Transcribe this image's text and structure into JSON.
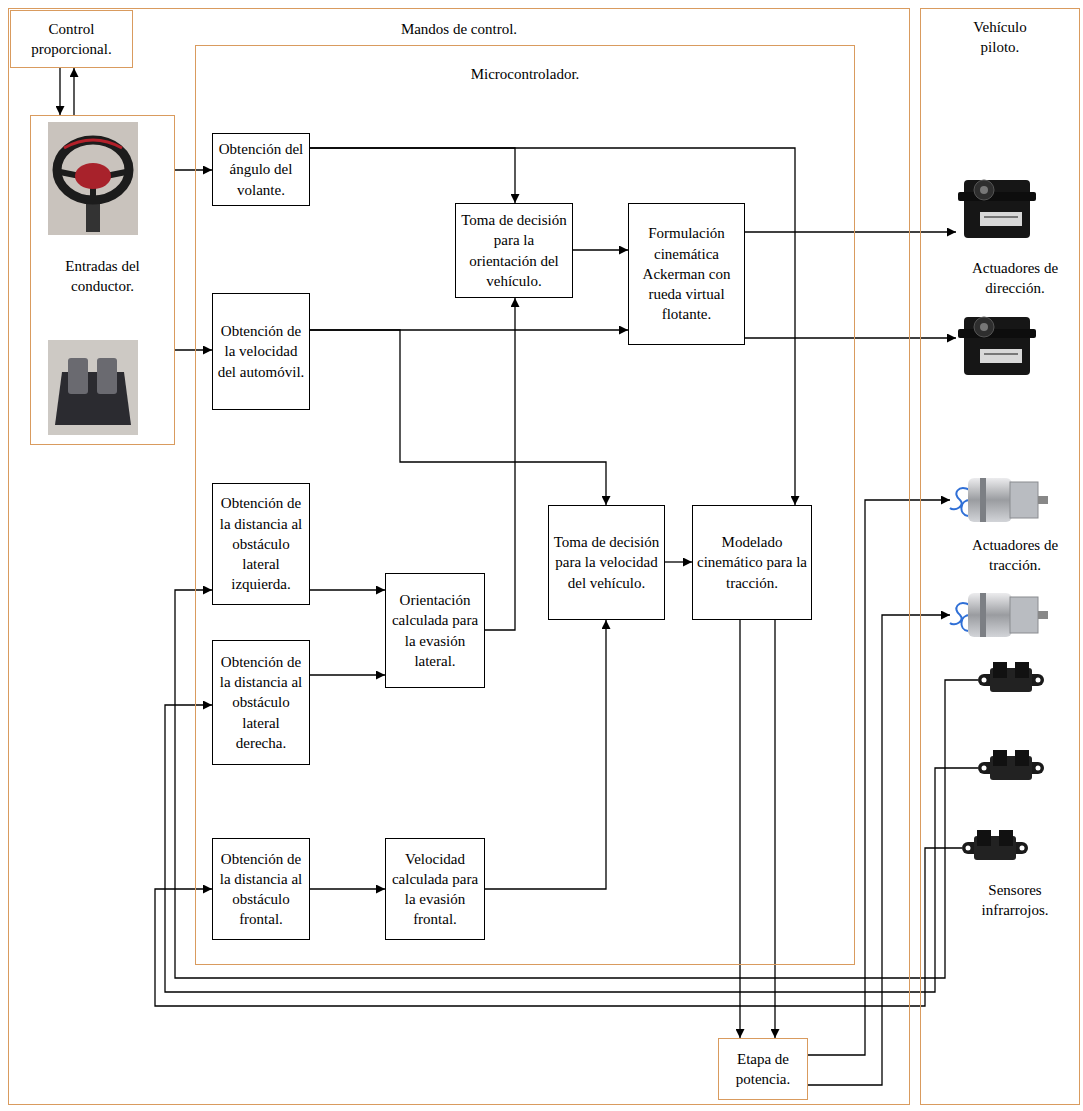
{
  "diagram": {
    "nodes": [
      {
        "text": [
          "Mandos de control."
        ]
      },
      {
        "text": [
          "Control proporcional."
        ],
        "in": 0
      },
      {
        "text": [
          "Entradas del conductor."
        ],
        "in": 0
      },
      {
        "text": [
          "Microcontrolador."
        ],
        "in": 0
      },
      {
        "text": [
          "Obtención del ángulo del volante."
        ],
        "in": 3
      },
      {
        "text": [
          "Toma de decisión para la orientación del vehículo."
        ],
        "in": 3
      },
      {
        "text": [
          "Formulación cinemática Ackerman con rueda virtual flotante."
        ],
        "in": 3
      },
      {
        "text": [
          "Obtención de la velocidad del automóvil."
        ],
        "in": 3
      },
      {
        "text": [
          "Obtención de la distancia al obstáculo lateral izquierda."
        ],
        "in": 3
      },
      {
        "text": [
          "Toma de decisión para la velocidad del vehículo."
        ],
        "in": 3
      },
      {
        "text": [
          "Modelado cinemático para la tracción."
        ],
        "in": 3
      },
      {
        "text": [
          "Orientación calculada para la evasión lateral."
        ],
        "in": 3
      },
      {
        "text": [
          "Obtención de la distancia al obstáculo lateral derecha."
        ],
        "in": 3
      },
      {
        "text": [
          "Obtención de la distancia al obstáculo frontal."
        ],
        "in": 3
      },
      {
        "text": [
          "Velocidad calculada para la evasión frontal."
        ],
        "in": 3
      },
      {
        "text": [
          "Etapa de potencia."
        ],
        "in": 0
      },
      {
        "text": [
          "Vehículo piloto."
        ]
      }
    ],
    "edges": [
      {
        "from": 1,
        "to": 2,
        "arrow": "to"
      },
      {
        "from": 2,
        "to": 1,
        "arrow": "to"
      },
      {
        "from": 2,
        "to": 4,
        "arrow": "to"
      },
      {
        "from": 2,
        "to": 7,
        "arrow": "to"
      },
      {
        "from": 4,
        "to": 5,
        "arrow": "to"
      },
      {
        "from": 4,
        "to": 10,
        "arrow": "to"
      },
      {
        "from": 7,
        "to": 6,
        "arrow": "to"
      },
      {
        "from": 7,
        "to": 9,
        "arrow": "to"
      },
      {
        "from": 5,
        "to": 6,
        "arrow": "to"
      },
      {
        "from": 11,
        "to": 5,
        "arrow": "to"
      },
      {
        "from": 8,
        "to": 11,
        "arrow": "to"
      },
      {
        "from": 12,
        "to": 11,
        "arrow": "to"
      },
      {
        "from": 13,
        "to": 14,
        "arrow": "to"
      },
      {
        "from": 14,
        "to": 9,
        "arrow": "to"
      },
      {
        "from": 9,
        "to": 10,
        "arrow": "to"
      },
      {
        "from": 10,
        "to": 15,
        "arrow": "to"
      },
      {
        "from": 10,
        "to": 15,
        "arrow": "to"
      }
    ],
    "labels": [
      "Actuadores de dirección.",
      "Actuadores de tracción.",
      "Sensores infrarrojos."
    ]
  }
}
